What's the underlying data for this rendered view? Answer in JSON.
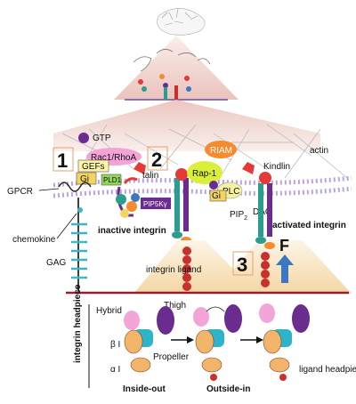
{
  "labels": {
    "gtp": "GTP",
    "rac_rho": "Rac1/RhoA",
    "gefs": "GEFs",
    "gi_left": "Gi",
    "pld1": "PLD1",
    "gpcr": "GPCR",
    "chemokine": "chemokine",
    "gag": "GAG",
    "talin": "talin",
    "pip5k": "PIP5Kγ",
    "inactive_integrin": "inactive integrin",
    "integrin_ligand": "integrin ligand",
    "riam": "RIAM",
    "rap1": "Rap-1",
    "plc": "PLC",
    "gi_right": "Gi",
    "kindlin": "Kindlin",
    "actin": "actin",
    "pip2": "PIP",
    "pip2_sub": "2",
    "dag": "DAG",
    "activated_integrin": "activated integrin",
    "force": "F",
    "step1": "1",
    "step2": "2",
    "step3": "3",
    "headpiece_axis": "integrin headpiece",
    "hybrid": "Hybrid",
    "thigh": "Thigh",
    "beta_i": "β I",
    "alpha_i": "α I",
    "propeller": "Propeller",
    "ligand_headpiece": "ligand headpiece",
    "inside_out": "Inside-out",
    "outside_in": "Outside-in"
  },
  "colors": {
    "membrane": "#b9a3e6",
    "rac": "#f2a4d6",
    "riam": "#f58a2e",
    "rap1": "#d9ef3b",
    "plc": "#f4f2a0",
    "pld1": "#8fd65a",
    "pip5k": "#6a2c8e",
    "talin": "#e53935",
    "integrin_alpha": "#2a9d8f",
    "ligand": "#c9302c",
    "force_arrow": "#3a78c2",
    "cone": "#e8b8b0",
    "sand": "#f6dfb4",
    "baseline": "#9b1c2c"
  },
  "icons": [
    "force-arrow-icon",
    "activation-arrow-icon"
  ]
}
